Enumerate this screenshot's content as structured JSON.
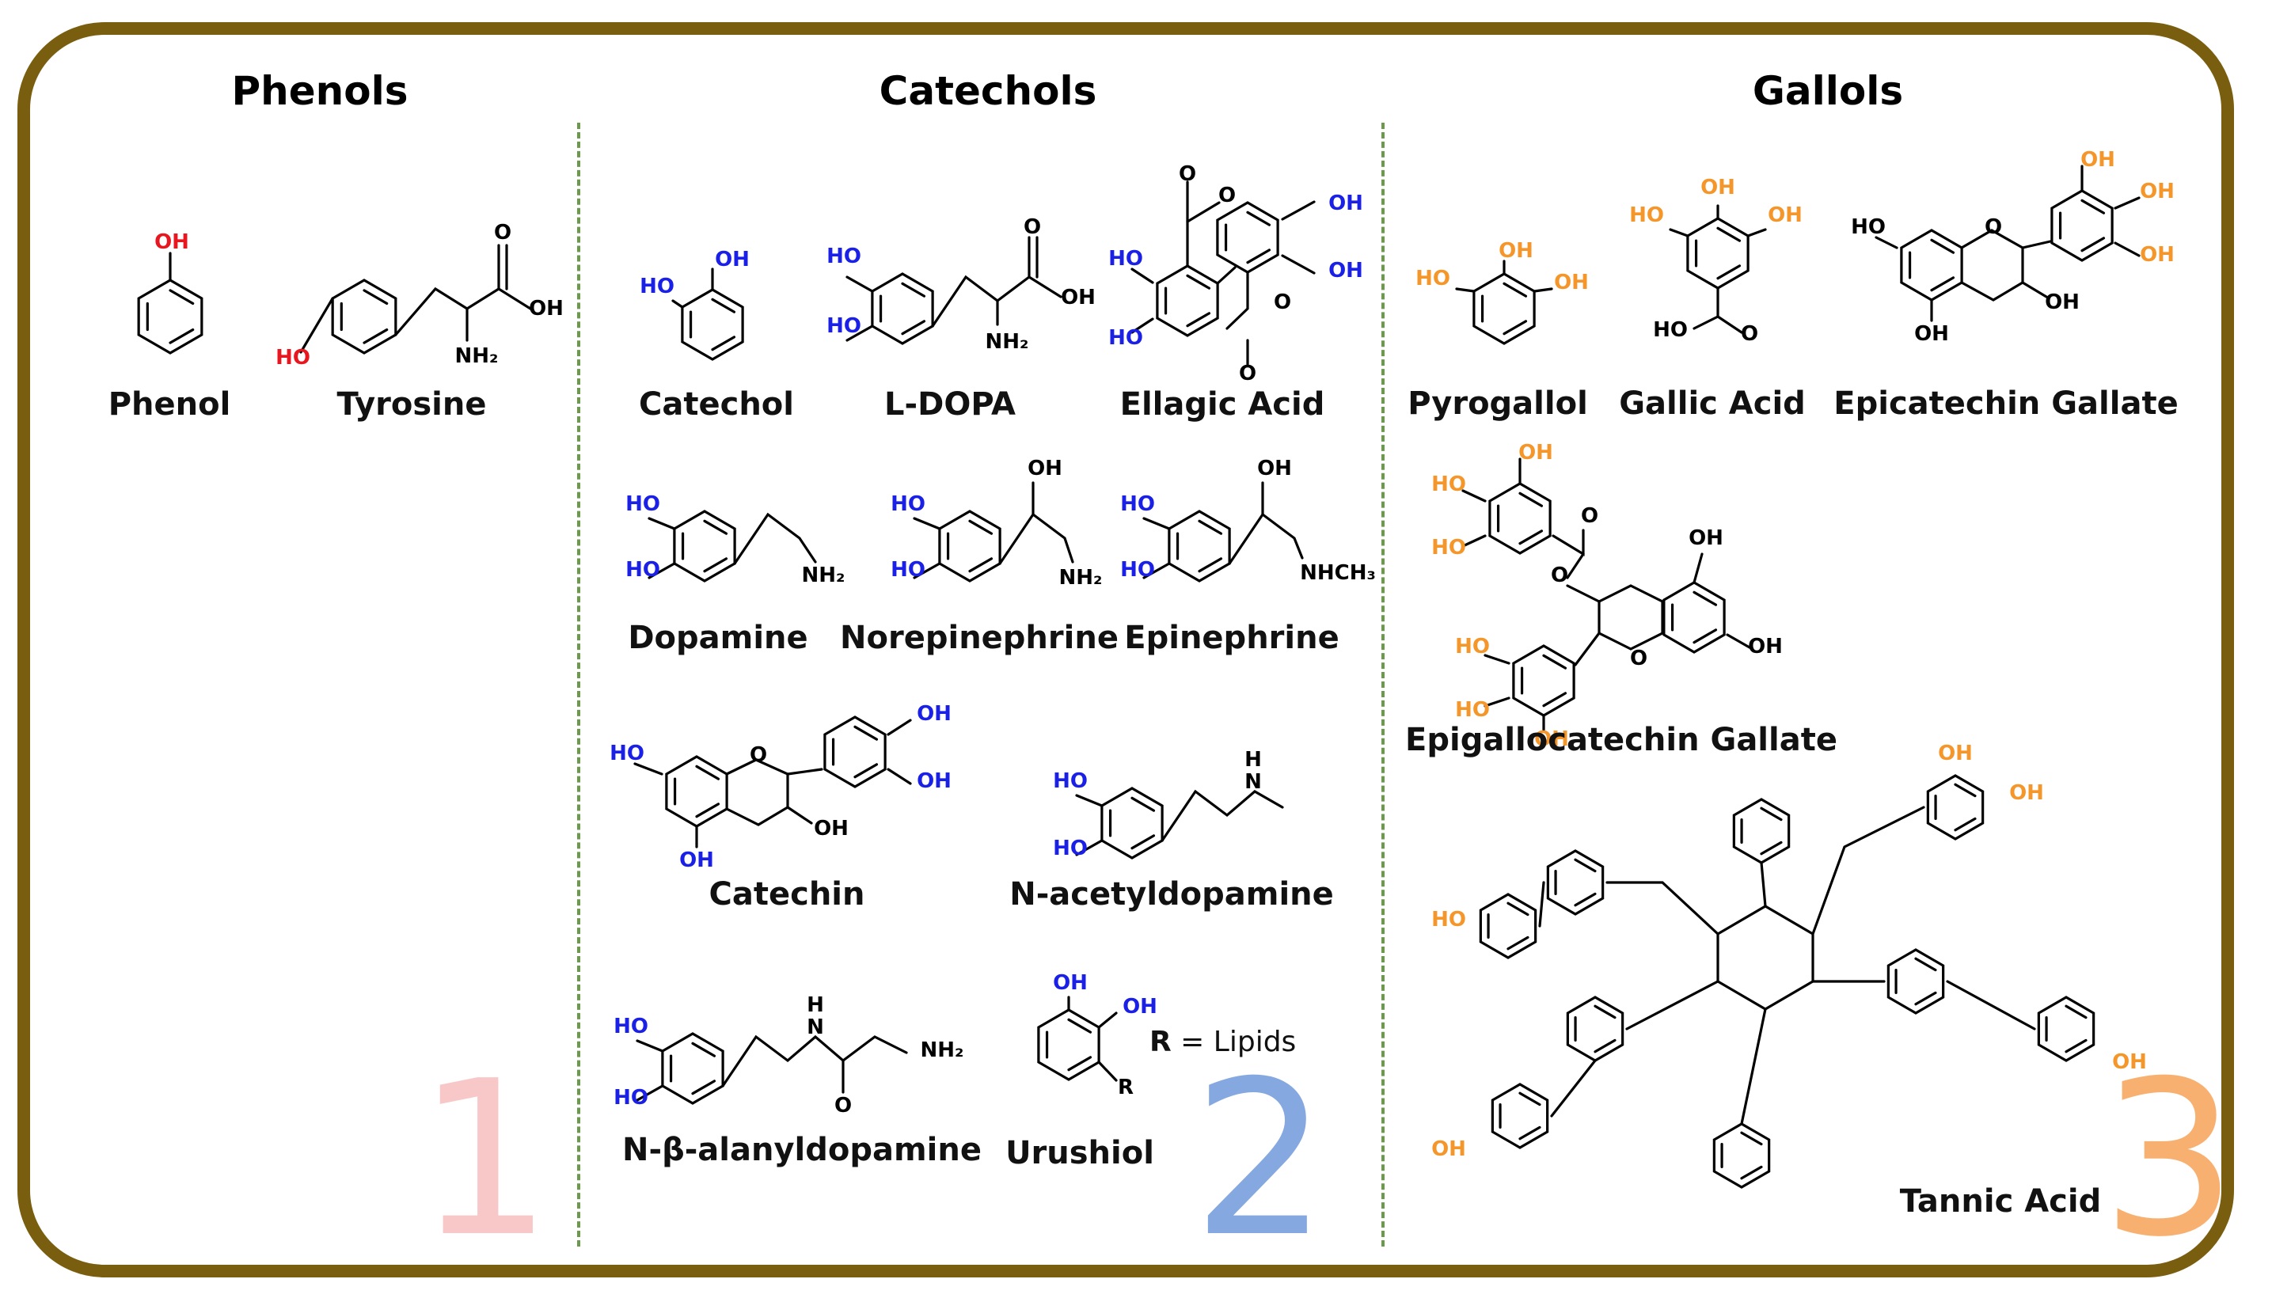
{
  "colors": {
    "frame": "#7a5e10",
    "divider": "#6a9a4a",
    "phenol_oh": "#e8161e",
    "catechol_oh": "#1a20e6",
    "gallol_oh": "#f5962a",
    "num1": "#f8c8c8",
    "num2": "#86a8e0",
    "num3": "#f8b070"
  },
  "sections": {
    "phenols": {
      "title": "Phenols",
      "number": "1"
    },
    "catechols": {
      "title": "Catechols",
      "number": "2"
    },
    "gallols": {
      "title": "Gallols",
      "number": "3"
    }
  },
  "molecules": {
    "phenol": {
      "name": "Phenol",
      "labels": [
        "OH"
      ]
    },
    "tyrosine": {
      "name": "Tyrosine",
      "labels": [
        "HO",
        "O",
        "OH",
        "NH₂"
      ]
    },
    "catechol": {
      "name": "Catechol",
      "labels": [
        "HO",
        "OH"
      ]
    },
    "ldopa": {
      "name": "L-DOPA",
      "labels": [
        "HO",
        "HO",
        "O",
        "OH",
        "NH₂"
      ]
    },
    "ellagic": {
      "name": "Ellagic Acid",
      "labels": [
        "O",
        "O",
        "OH",
        "OH",
        "HO",
        "HO",
        "O",
        "O"
      ]
    },
    "dopamine": {
      "name": "Dopamine",
      "labels": [
        "HO",
        "HO",
        "NH₂"
      ]
    },
    "norepinephrine": {
      "name": "Norepinephrine",
      "labels": [
        "HO",
        "HO",
        "OH",
        "NH₂"
      ]
    },
    "epinephrine": {
      "name": "Epinephrine",
      "labels": [
        "HO",
        "HO",
        "OH",
        "NHCH₃"
      ]
    },
    "catechin": {
      "name": "Catechin",
      "labels": [
        "HO",
        "O",
        "OH",
        "OH",
        "OH",
        "OH"
      ]
    },
    "nacetyldopamine": {
      "name": "N-acetyldopamine",
      "labels": [
        "HO",
        "HO",
        "H",
        "N"
      ]
    },
    "nbeta": {
      "name": "N-β-alanyldopamine",
      "labels": [
        "HO",
        "HO",
        "H",
        "N",
        "NH₂",
        "O"
      ]
    },
    "urushiol": {
      "name": "Urushiol",
      "labels": [
        "OH",
        "OH",
        "R"
      ]
    },
    "pyrogallol": {
      "name": "Pyrogallol",
      "labels": [
        "HO",
        "OH",
        "OH"
      ]
    },
    "gallic": {
      "name": "Gallic Acid",
      "labels": [
        "OH",
        "HO",
        "OH",
        "HO",
        "O"
      ]
    },
    "ecg": {
      "name": "Epicatechin Gallate",
      "labels": [
        "HO",
        "O",
        "OH",
        "OH",
        "OH",
        "OH",
        "OH"
      ]
    },
    "egcg": {
      "name": "Epigallocatechin Gallate",
      "labels": [
        "OH",
        "HO",
        "HO",
        "O",
        "O",
        "OH",
        "O",
        "OH",
        "HO",
        "HO",
        "OH"
      ]
    },
    "tannic": {
      "name": "Tannic Acid",
      "labels": [
        "OH",
        "OH",
        "HO",
        "OH",
        "OH"
      ]
    }
  },
  "urushiol_r_note": {
    "r": "R",
    "eq": " = Lipids"
  }
}
